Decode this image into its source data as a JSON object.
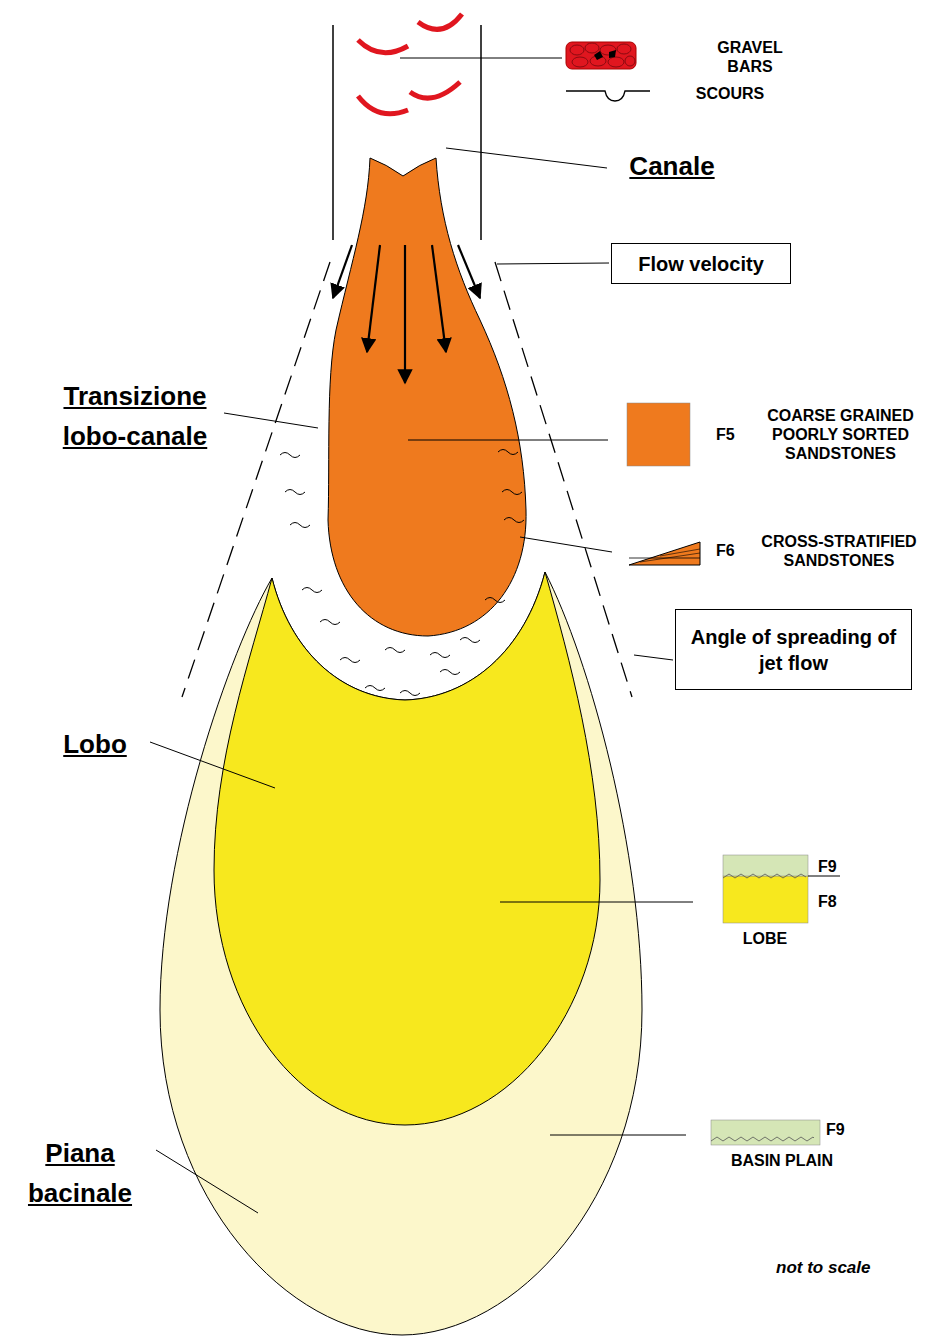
{
  "diagram": {
    "nodes": [
      {
        "text": [
          "Flow velocity"
        ]
      },
      {
        "text": [
          "Angle of spreading of jet flow"
        ]
      }
    ],
    "labels": [
      "GRAVEL BARS",
      "SCOURS",
      "Canale",
      "Transizione lobo-canale",
      "F5",
      "COARSE GRAINED POORLY SORTED SANDSTONES",
      "F6",
      "CROSS-STRATIFIED SANDSTONES",
      "Lobo",
      "F9",
      "F8",
      "LOBE",
      "F9",
      "BASIN PLAIN",
      "Piana bacinale",
      "not to scale"
    ]
  }
}
